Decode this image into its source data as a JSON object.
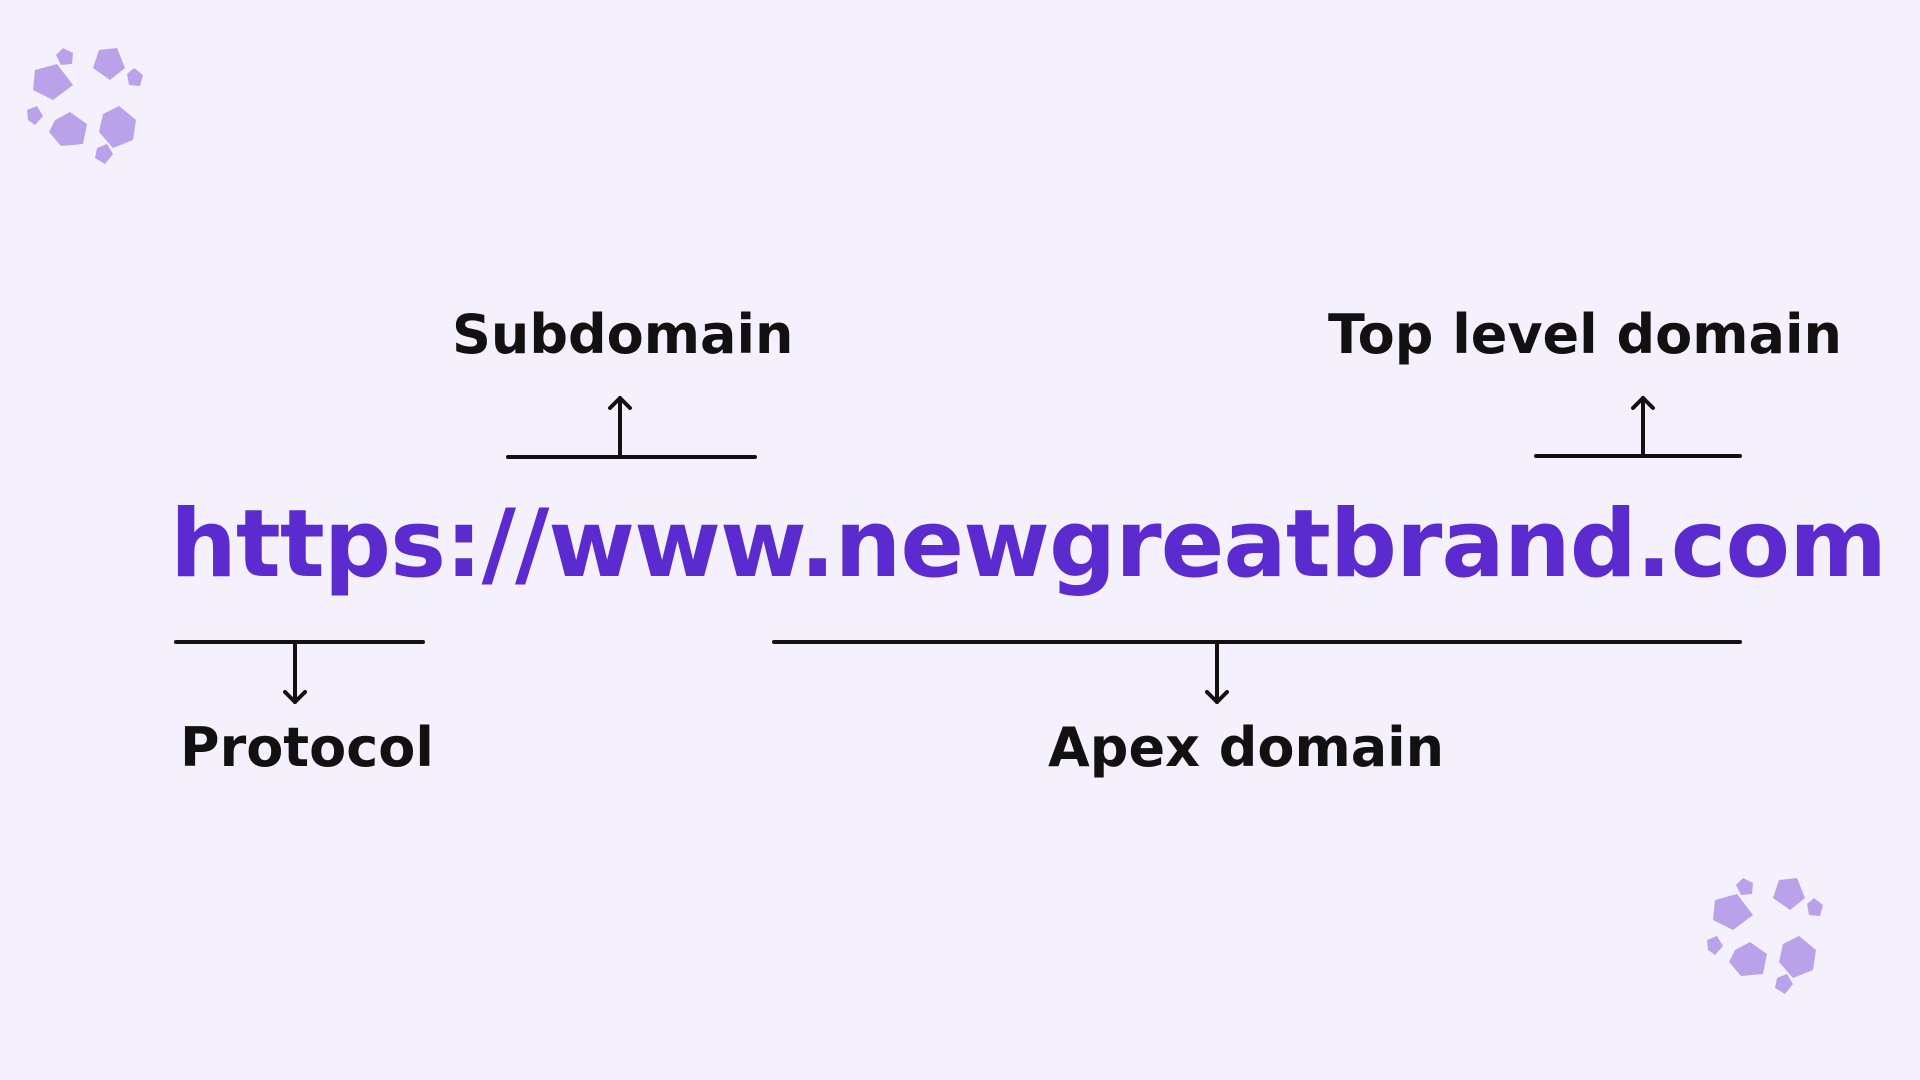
{
  "url": "https://www.newgreatbrand.com",
  "labels": {
    "subdomain": "Subdomain",
    "top_level_domain": "Top level domain",
    "protocol": "Protocol",
    "apex_domain": "Apex domain"
  },
  "colors": {
    "background": "#f4f1fc",
    "url_text": "#5b2bd0",
    "label_text": "#111111",
    "bracket_line": "#111111",
    "decoration": "#b9a2ea"
  },
  "decorations": [
    "pentagon-cluster-icon",
    "pentagon-cluster-icon"
  ]
}
